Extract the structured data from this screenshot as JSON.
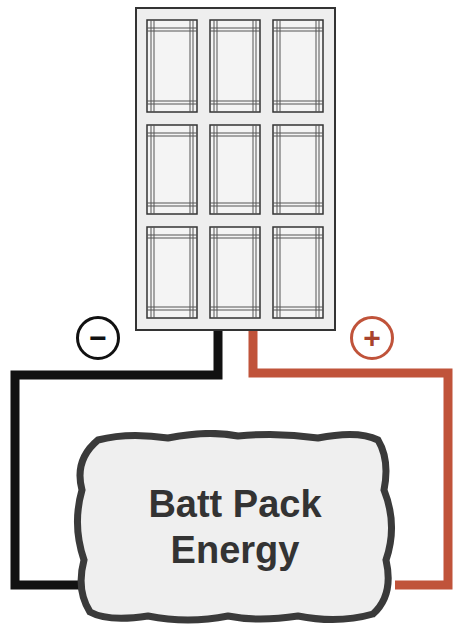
{
  "diagram": {
    "nodes": [
      {
        "text": [
          "Batt Pack Energy"
        ]
      }
    ],
    "labels": [
      "−",
      "+"
    ]
  }
}
